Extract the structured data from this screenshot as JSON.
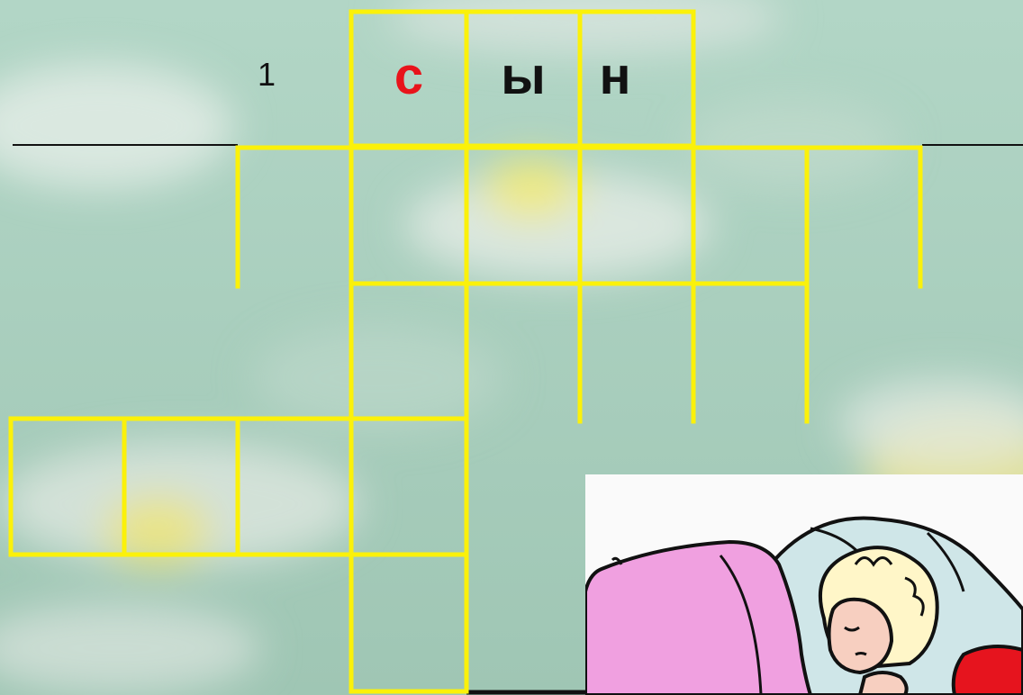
{
  "crossword": {
    "clue_number": "1",
    "word_1": {
      "letters": [
        "с",
        "ы",
        "н"
      ],
      "highlight_color": "#e8141b",
      "letter_color": "#111111"
    }
  },
  "colors": {
    "grid_line": "#fbf10a",
    "rule_line": "#111111"
  },
  "picture": {
    "icon": "sleeping-child-icon"
  }
}
